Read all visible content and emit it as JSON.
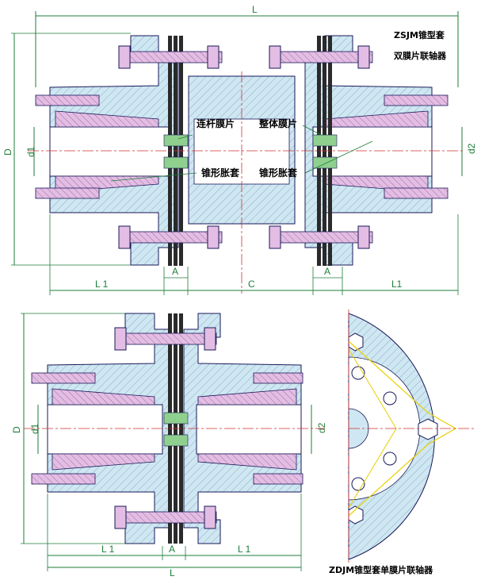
{
  "titles": {
    "top_line1": "ZSJM锥型套",
    "top_line2": "双膜片联轴器",
    "bottom": "ZDJM锥型套单膜片联轴器"
  },
  "labels": {
    "link_diaphragm": "连杆膜片",
    "integral_diaphragm": "整体膜片",
    "cone_sleeve_left": "锥形胀套",
    "cone_sleeve_right": "锥形胀套"
  },
  "dimensions": {
    "L": "L",
    "D": "D",
    "d1": "d1",
    "d2": "d2",
    "L1": "L 1",
    "L1_alt": "L1",
    "A": "A",
    "C": "C"
  },
  "colors": {
    "hub_fill": "#cfe7f2",
    "bolt_fill": "#e3bde3",
    "diaphragm": "#2a2a2a",
    "diaphragm_spacer": "#8fd08f",
    "dimension": "#1e7d3a",
    "centerline": "#d03030",
    "accent_yellow": "#e8d000",
    "outline": "#1a1a5a"
  }
}
